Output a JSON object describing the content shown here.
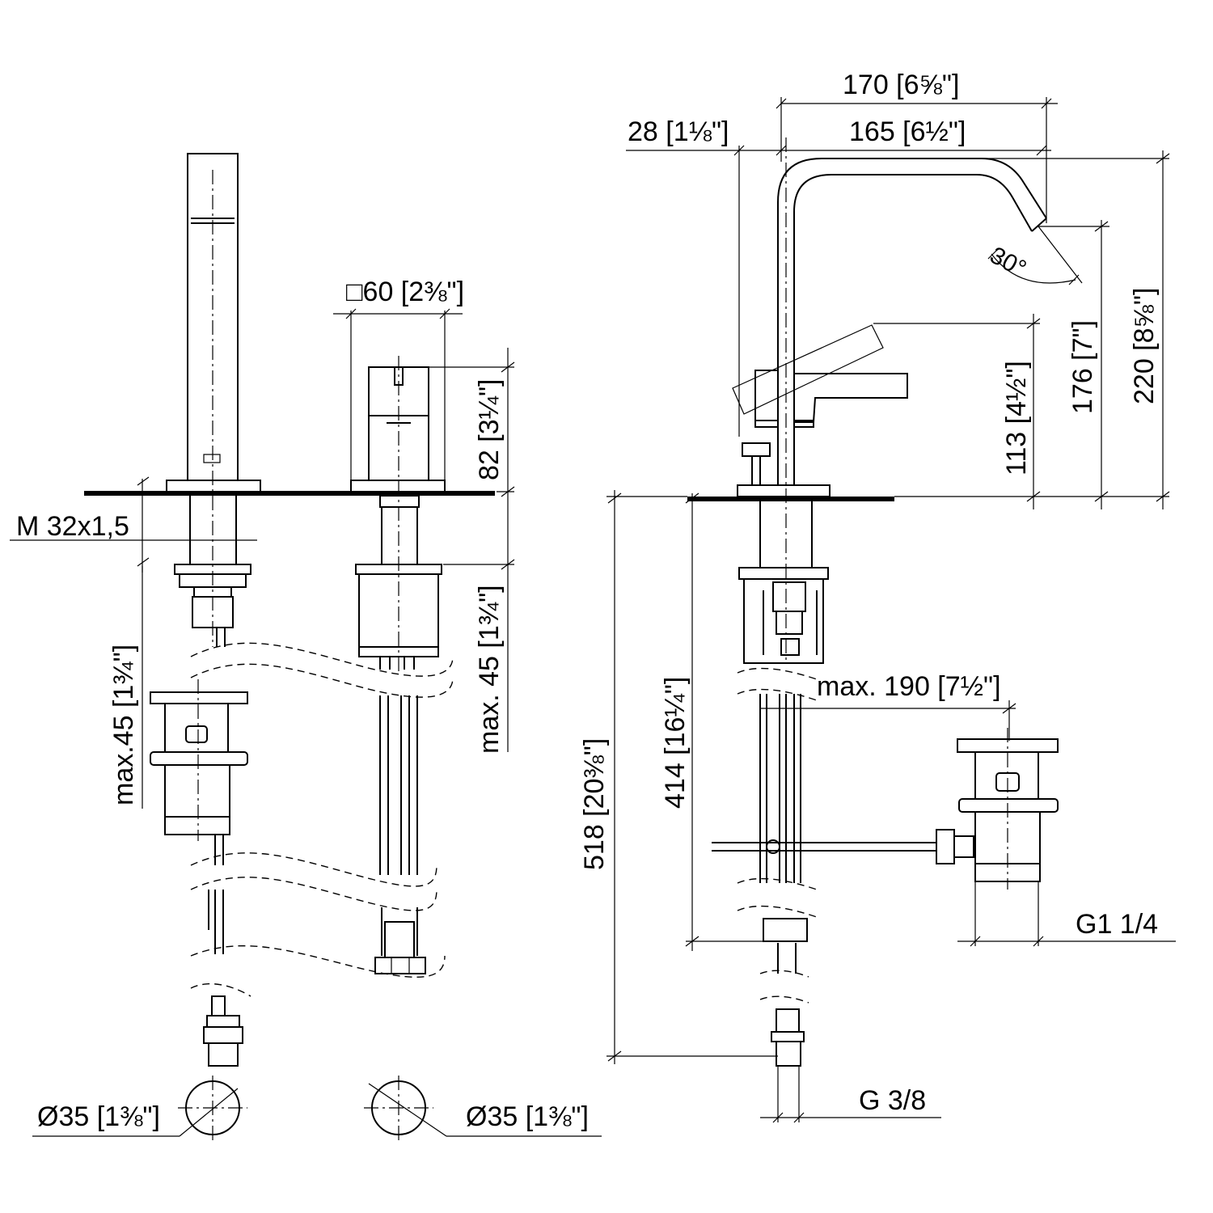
{
  "dimensions": {
    "thread": "M 32x1,5",
    "width_lever": "170 [6⅝\"]",
    "width_spout": "165 [6½\"]",
    "offset": "28 [1⅛\"]",
    "handle_size": "□60 [2⅜\"]",
    "height_handle": "82 [3¼\"]",
    "max_45_right": "max. 45 [1¾\"]",
    "max_45_left": "max.45 [1¾\"]",
    "angle": "30°",
    "height_113": "113 [4½\"]",
    "height_176": "176 [7\"]",
    "height_220": "220 [8⅝\"]",
    "max_190": "max. 190 [7½\"]",
    "height_414": "414 [16¼\"]",
    "height_518": "518 [20⅜\"]",
    "diameter_left": "Ø35 [1⅜\"]",
    "diameter_right": "Ø35 [1⅜\"]",
    "waste_thread": "G1 1/4",
    "supply_thread": "G 3/8"
  }
}
